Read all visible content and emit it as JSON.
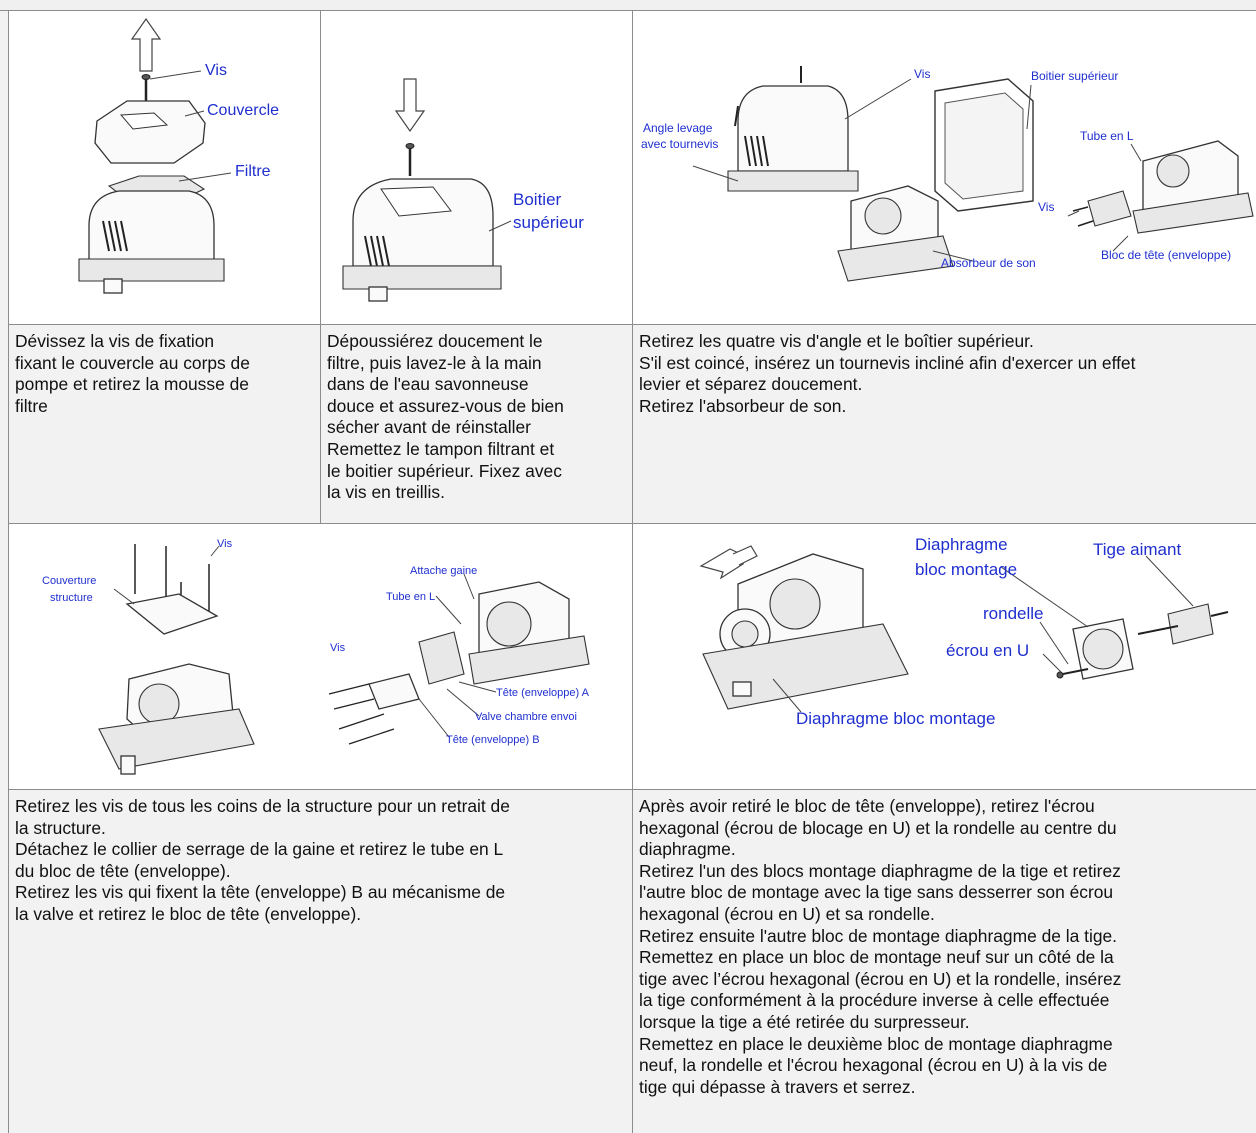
{
  "row1": {
    "cell1": {
      "labels": [
        "Vis",
        "Couvercle",
        "Filtre"
      ],
      "text": "Dévissez la vis de fixation\nfixant le couvercle au corps de\npompe et retirez la mousse de\nfiltre"
    },
    "cell2": {
      "labels": [
        "Boitier",
        "supérieur"
      ],
      "text": "Dépoussiérez doucement le\nfiltre, puis lavez-le à la main\ndans de l'eau savonneuse\ndouce et assurez-vous de bien\nsécher avant de réinstaller\nRemettez le tampon filtrant et\nle boitier supérieur. Fixez avec\nla vis en treillis."
    },
    "cell3": {
      "labels": [
        "Vis",
        "Boitier supérieur",
        "Angle levage",
        "avec tournevis",
        "Tube en L",
        "Vis",
        "Absorbeur de son",
        "Bloc de tête (enveloppe)"
      ],
      "text": "Retirez les quatre vis d'angle et le boîtier supérieur.\nS'il est coincé, insérez un tournevis incliné afin d'exercer un effet\nlevier et séparez doucement.\nRetirez l'absorbeur de son."
    }
  },
  "row2": {
    "cell1": {
      "labels": [
        "Vis",
        "Couverture",
        "structure",
        "Attache gaine",
        "Tube en L",
        "Vis",
        "Tête (enveloppe) A",
        "Valve chambre envoi",
        "Tête (enveloppe) B"
      ],
      "text": "Retirez les vis de tous les coins de la structure pour un retrait de\nla structure.\nDétachez le collier de serrage de la gaine et retirez le tube en L\ndu bloc de tête (enveloppe).\nRetirez les vis qui fixent la tête (enveloppe) B au mécanisme de\nla valve et retirez le bloc de tête (enveloppe)."
    },
    "cell2": {
      "labels": [
        "Diaphragme",
        "bloc montage",
        "Tige aimant",
        "rondelle",
        "écrou en U",
        "Diaphragme bloc montage"
      ],
      "text": "Après avoir retiré le bloc de tête (enveloppe), retirez l'écrou\nhexagonal (écrou de blocage en U) et la rondelle au centre du\ndiaphragme.\nRetirez l'un des blocs montage diaphragme de la tige et retirez\nl'autre bloc de montage avec la tige sans desserrer son écrou\nhexagonal (écrou en U) et sa rondelle.\nRetirez ensuite l'autre bloc de montage diaphragme de la tige.\nRemettez en place un bloc de montage neuf sur un côté de la\ntige avec l’écrou hexagonal (écrou en U) et la rondelle, insérez\nla tige conformément à la procédure inverse à celle effectuée\nlorsque la tige a été retirée du surpresseur.\nRemettez en place le deuxième bloc de montage diaphragme\nneuf, la rondelle et l'écrou hexagonal (écrou en U) à la vis de\ntige qui dépasse à travers et serrez."
    }
  },
  "colors": {
    "label_blue": "#1f2fcf",
    "border": "#8c8c8c",
    "text_bg": "#f2f2f2",
    "image_bg": "#ffffff"
  }
}
